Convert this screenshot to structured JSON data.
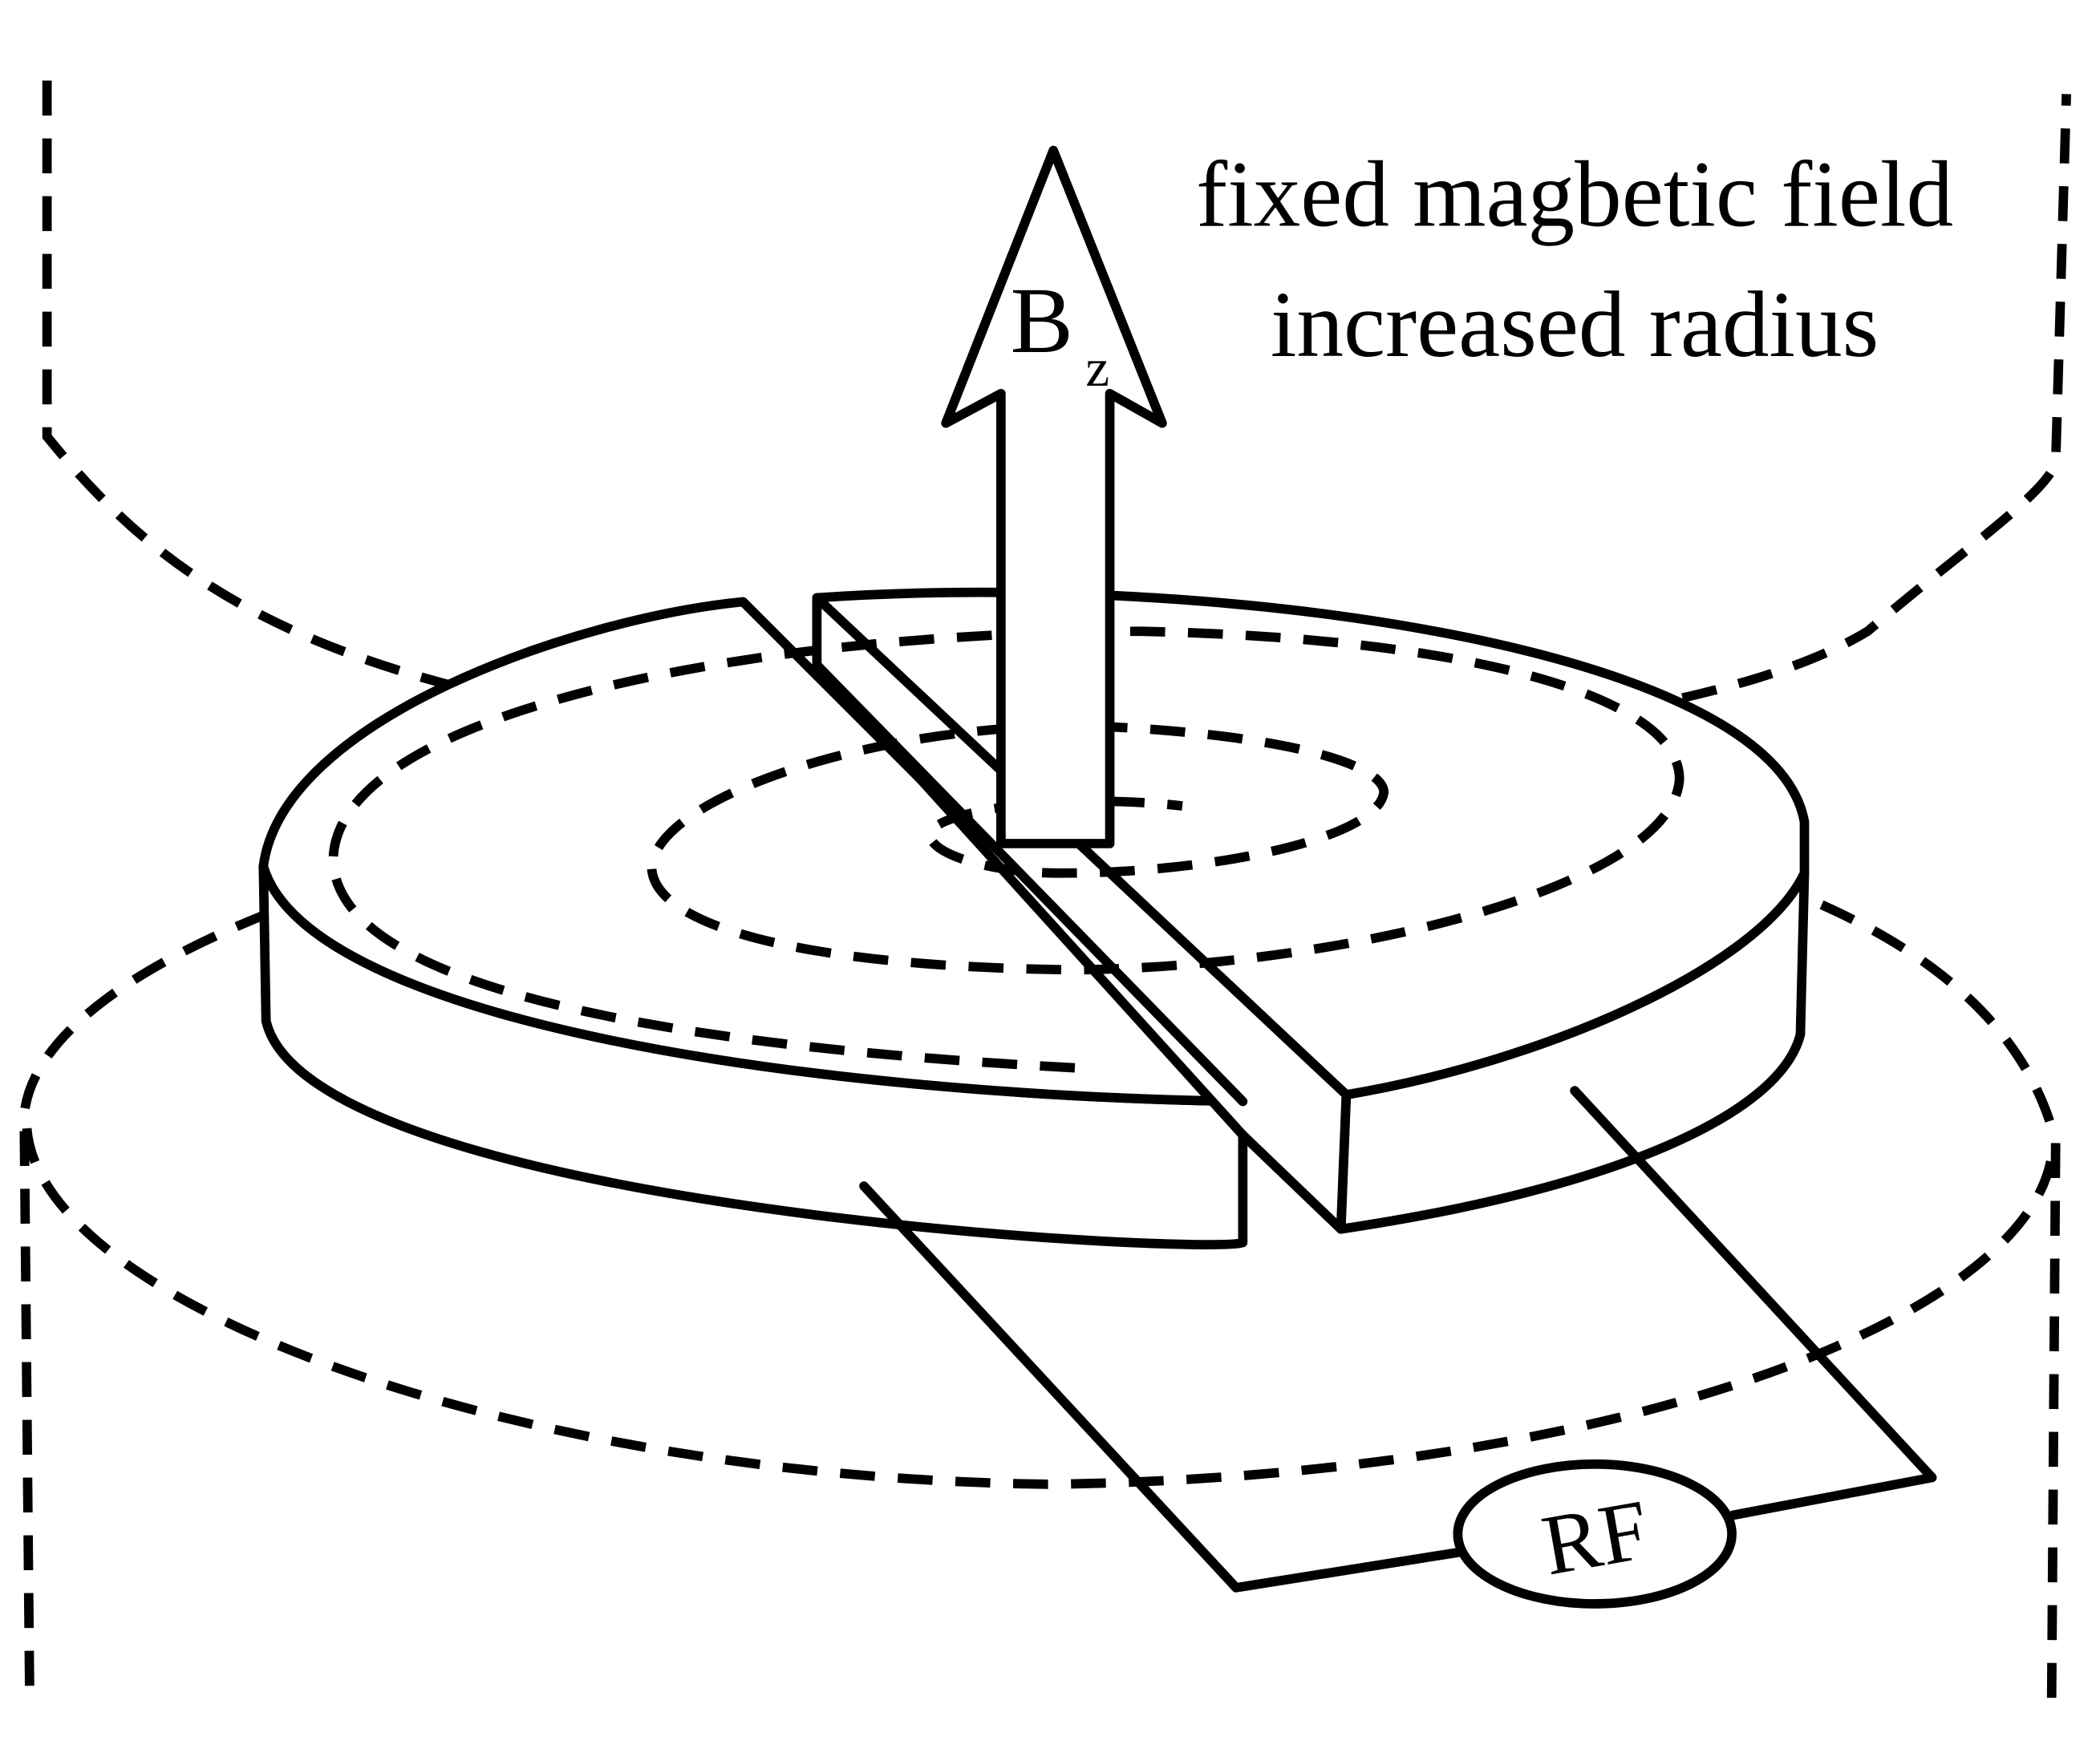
{
  "labels": {
    "field_symbol": "B",
    "field_subscript": "z",
    "caption_line1": "fixed magbetic field",
    "caption_line2": "increased radius",
    "source": "RF"
  },
  "colors": {
    "stroke": "#000000",
    "background": "#ffffff"
  }
}
